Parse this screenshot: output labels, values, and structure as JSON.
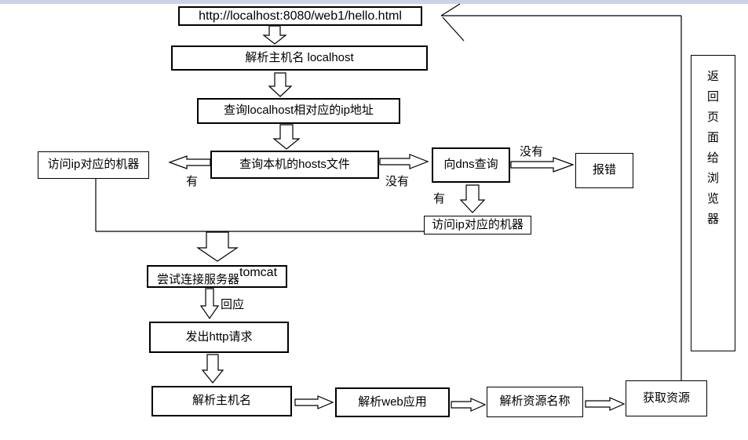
{
  "meta": {
    "background_color": "#ffffff",
    "top_bar_color": "#ccd3e6",
    "line_color": "#000000"
  },
  "nodes": {
    "url": {
      "label": "http://localhost:8080/web1/hello.html"
    },
    "parse_host": {
      "label": "解析主机名 localhost"
    },
    "query_ip": {
      "label": "查询localhost相对应的ip地址"
    },
    "query_hosts": {
      "label": "查询本机的hosts文件"
    },
    "visit_ip_left": {
      "label": "访问ip对应的机器"
    },
    "dns_query": {
      "label": "向dns查询"
    },
    "error": {
      "label": "报错"
    },
    "visit_ip_right": {
      "label": "访问ip对应的机器"
    },
    "try_connect": {
      "label": "尝试连接服务器",
      "label_suffix": "tomcat"
    },
    "http_request": {
      "label": "发出http请求"
    },
    "parse_hostname": {
      "label": "解析主机名"
    },
    "parse_webapp": {
      "label": "解析web应用"
    },
    "parse_resource": {
      "label": "解析资源名称"
    },
    "get_resource": {
      "label": "获取资源"
    },
    "return_page": {
      "label": "返回页面给浏览器"
    }
  },
  "edge_labels": {
    "hosts_has": "有",
    "hosts_not_have": "没有",
    "dns_not_have": "没有",
    "dns_has": "有",
    "response": "回应"
  }
}
